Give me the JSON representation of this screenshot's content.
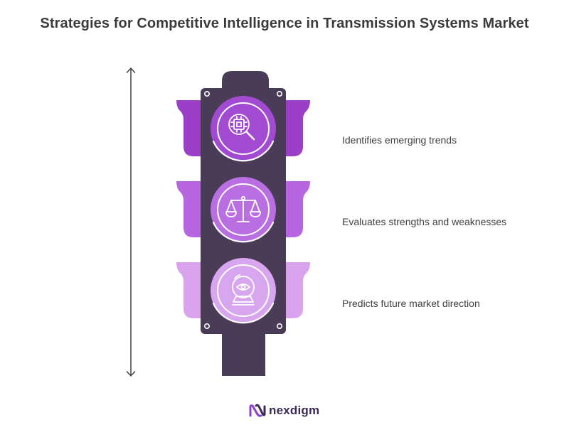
{
  "title": "Strategies for Competitive Intelligence in Transmission Systems Market",
  "steps": [
    {
      "icon": "processor-search-icon",
      "text": "Identifies emerging trends"
    },
    {
      "icon": "balance-scale-icon",
      "text": "Evaluates strengths and weaknesses"
    },
    {
      "icon": "crystal-ball-eye-icon",
      "text": "Predicts future market direction"
    }
  ],
  "brand": {
    "name": "nexdigm"
  },
  "colors": {
    "housing": "#4a3b56",
    "flap_top": "#9b3fc9",
    "flap_middle": "#b765e0",
    "flap_bottom": "#d9a3ee",
    "lens_top": "#a24bd2",
    "lens_middle": "#b96ee2",
    "lens_bottom": "#d7a6ee",
    "text": "#3f3f3f"
  }
}
